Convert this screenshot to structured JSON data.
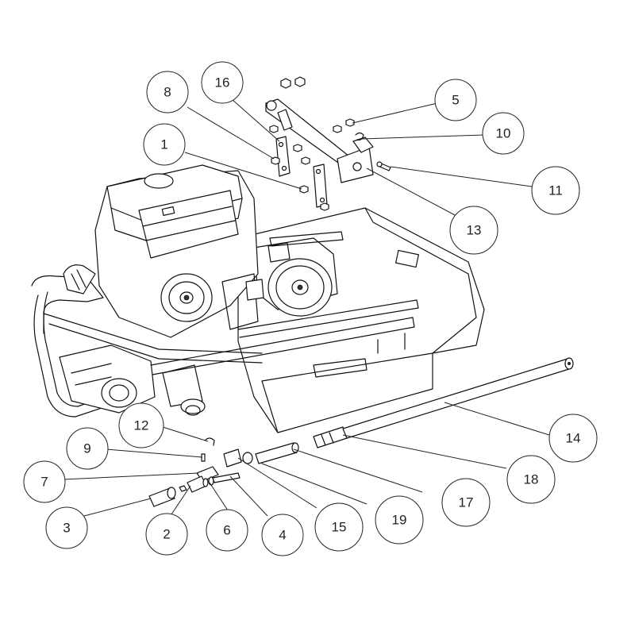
{
  "diagram": {
    "callouts": [
      {
        "id": "c8",
        "label": "8"
      },
      {
        "id": "c16",
        "label": "16"
      },
      {
        "id": "c1",
        "label": "1"
      },
      {
        "id": "c5",
        "label": "5"
      },
      {
        "id": "c10",
        "label": "10"
      },
      {
        "id": "c11",
        "label": "11"
      },
      {
        "id": "c13",
        "label": "13"
      },
      {
        "id": "c12",
        "label": "12"
      },
      {
        "id": "c9",
        "label": "9"
      },
      {
        "id": "c7",
        "label": "7"
      },
      {
        "id": "c3",
        "label": "3"
      },
      {
        "id": "c2",
        "label": "2"
      },
      {
        "id": "c6",
        "label": "6"
      },
      {
        "id": "c4",
        "label": "4"
      },
      {
        "id": "c15",
        "label": "15"
      },
      {
        "id": "c19",
        "label": "19"
      },
      {
        "id": "c17",
        "label": "17"
      },
      {
        "id": "c18",
        "label": "18"
      },
      {
        "id": "c14",
        "label": "14"
      }
    ]
  }
}
